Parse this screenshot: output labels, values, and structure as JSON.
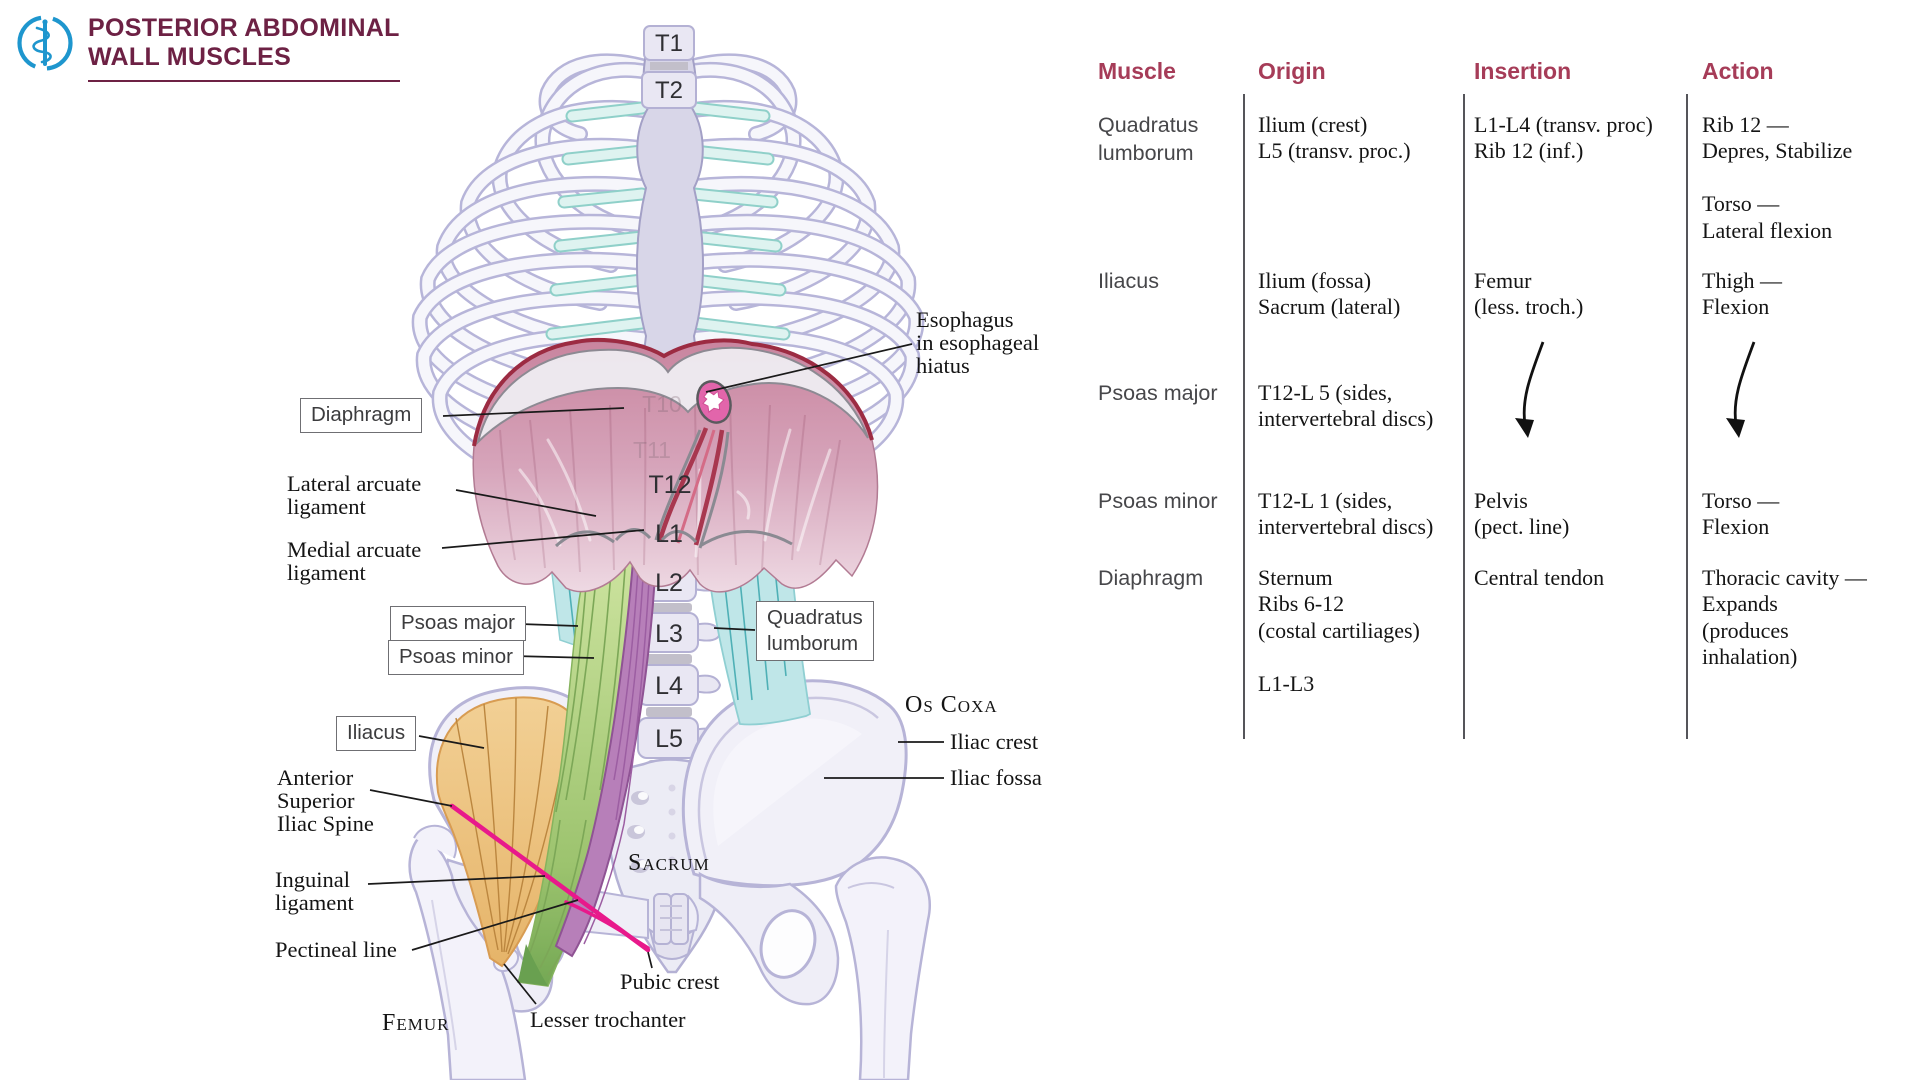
{
  "header": {
    "title": "POSTERIOR ABDOMINAL\nWALL MUSCLES",
    "logo_icon": "staff-of-asclepius-icon"
  },
  "table": {
    "headers": [
      "Muscle",
      "Origin",
      "Insertion",
      "Action"
    ],
    "rows": [
      {
        "muscle": [
          "Quadratus",
          "lumborum"
        ],
        "origin": [
          "Ilium (crest)",
          "L5 (transv. proc.)"
        ],
        "insertion": [
          "L1-L4 (transv. proc)",
          "Rib 12 (inf.)"
        ],
        "action": [
          "Rib 12 —",
          "Depres, Stabilize",
          "",
          "Torso —",
          "Lateral flexion"
        ]
      },
      {
        "muscle": [
          "Iliacus"
        ],
        "origin": [
          "Ilium (fossa)",
          "Sacrum (lateral)"
        ],
        "insertion": [
          "Femur",
          "(less. troch.)"
        ],
        "action": [
          "Thigh —",
          "Flexion"
        ]
      },
      {
        "muscle": [
          "Psoas major"
        ],
        "origin": [
          "T12-L 5 (sides,",
          "intervertebral discs)"
        ],
        "insertion_arrow": "curved-down-arrow",
        "action_arrow": "curved-down-arrow"
      },
      {
        "muscle": [
          "Psoas minor"
        ],
        "origin": [
          "T12-L 1 (sides,",
          "intervertebral discs)"
        ],
        "insertion": [
          "Pelvis",
          "(pect. line)"
        ],
        "action": [
          "Torso —",
          "Flexion"
        ]
      },
      {
        "muscle": [
          "Diaphragm"
        ],
        "origin": [
          "Sternum",
          "Ribs 6-12",
          "(costal cartiliages)",
          "",
          "L1-L3"
        ],
        "insertion": [
          "Central tendon"
        ],
        "action": [
          "Thoracic cavity —",
          "Expands",
          "(produces",
          "inhalation)"
        ]
      }
    ]
  },
  "illustration": {
    "boxed_labels": {
      "diaphragm": "Diaphragm",
      "psoas_major": "Psoas major",
      "psoas_minor": "Psoas minor",
      "quadratus_lumborum": "Quadratus\nlumborum",
      "iliacus": "Iliacus"
    },
    "labels": {
      "esophagus": "Esophagus\nin esophageal\nhiatus",
      "lateral_arcuate": "Lateral arcuate\nligament",
      "medial_arcuate": "Medial arcuate\nligament",
      "asis": "Anterior\nSuperior\nIliac Spine",
      "inguinal": "Inguinal\nligament",
      "pectineal": "Pectineal line",
      "iliac_crest": "Iliac crest",
      "iliac_fossa": "Iliac fossa",
      "pubic_crest": "Pubic crest",
      "lesser_trochanter": "Lesser trochanter"
    },
    "bone_caps": {
      "os_coxa": "Os Coxa",
      "sacrum": "Sacrum",
      "femur": "Femur"
    },
    "vertebrae": {
      "t1": "T1",
      "t2": "T2",
      "t10": "T10",
      "t11": "T11",
      "t12": "T12",
      "l1": "L1",
      "l2": "L2",
      "l3": "L3",
      "l4": "L4",
      "l5": "L5"
    }
  },
  "colors": {
    "title_maroon": "#6d2144",
    "table_header_crimson": "#a63c58",
    "logo_blue": "#1e96ce",
    "diaphragm_pink": "#d3a0b6",
    "diaphragm_rim_red": "#9c2b42",
    "psoas_major_green": "#a8cc7d",
    "psoas_minor_purple": "#b77fb9",
    "quadratus_teal": "#bfe6e8",
    "iliacus_orange": "#eec27f",
    "ligament_magenta": "#e8198b",
    "bone_lavender": "#e9e7f3",
    "bone_outline": "#b7b4d7"
  }
}
